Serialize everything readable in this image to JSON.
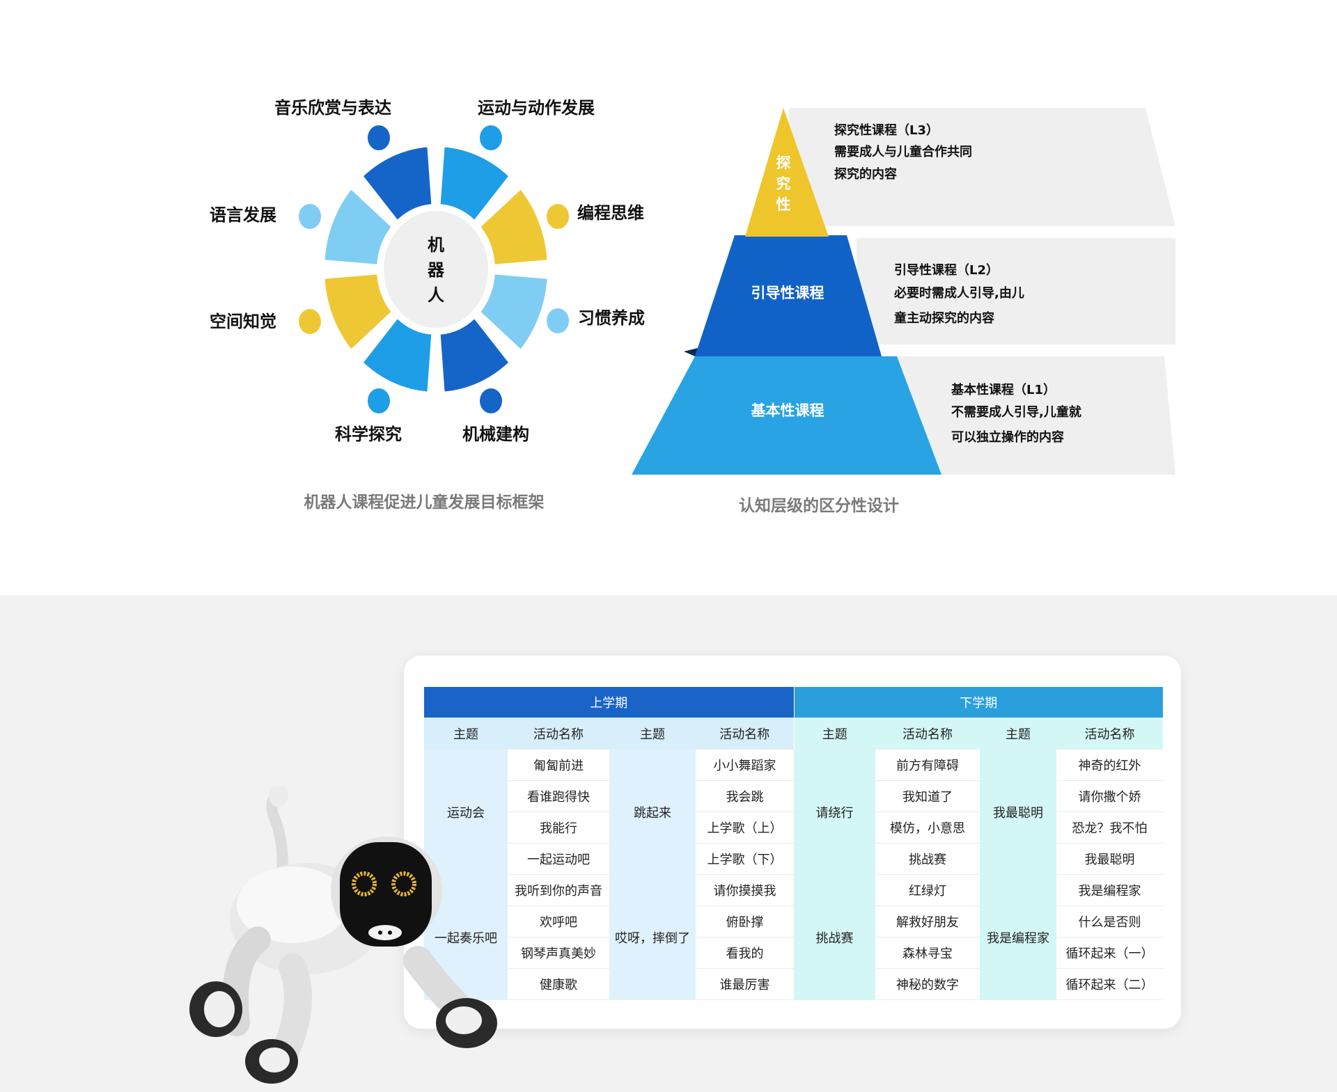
{
  "wheel": {
    "center": [
      "机",
      "器",
      "人"
    ],
    "labels": {
      "top_left": "音乐欣赏与表达",
      "top_right": "运动与动作发展",
      "right_upper": "编程思维",
      "right_lower": "习惯养成",
      "bottom_right": "机械建构",
      "bottom_left": "科学探究",
      "left_lower": "空间知觉",
      "left_upper": "语言发展"
    },
    "caption": "机器人课程促进儿童发展目标框架",
    "colors": {
      "dark_blue": "#1565c8",
      "mid_blue": "#1e9ee6",
      "light_blue": "#7fcdf3",
      "yellow": "#eec834",
      "center": "#efefef"
    }
  },
  "pyramid": {
    "top_label": [
      "探",
      "究",
      "性"
    ],
    "mid_label": "引导性课程",
    "base_label": "基本性课程",
    "top_desc": [
      "探究性课程（L3）",
      "需要成人与儿童合作共同",
      "探究的内容"
    ],
    "mid_desc": [
      "引导性课程（L2）",
      "必要时需成人引导,由儿",
      "童主动探究的内容"
    ],
    "base_desc": [
      "基本性课程（L1）",
      "不需要成人引导,儿童就",
      "可以独立操作的内容"
    ],
    "caption": "认知层级的区分性设计",
    "colors": {
      "top": "#efc52c",
      "mid": "#1162c6",
      "base": "#29a3e3",
      "panel": "#efefef"
    }
  },
  "schedule": {
    "term1": "上学期",
    "term2": "下学期",
    "col_theme": "主题",
    "col_activity": "活动名称",
    "term1_theme1": "运动会",
    "term1_theme2": "跳起来",
    "term1_theme3": "一起奏乐吧",
    "term1_theme4": "哎呀，摔倒了",
    "term2_theme1": "请绕行",
    "term2_theme2": "我最聪明",
    "term2_theme3": "挑战赛",
    "term2_theme4": "我是编程家",
    "rows": [
      [
        "匍匐前进",
        "小小舞蹈家",
        "前方有障碍",
        "神奇的红外"
      ],
      [
        "看谁跑得快",
        "我会跳",
        "我知道了",
        "请你撒个娇"
      ],
      [
        "我能行",
        "上学歌（上）",
        "模仿，小意思",
        "恐龙？我不怕"
      ],
      [
        "一起运动吧",
        "上学歌（下）",
        "挑战赛",
        "我最聪明"
      ],
      [
        "我听到你的声音",
        "请你摸摸我",
        "红绿灯",
        "我是编程家"
      ],
      [
        "欢呼吧",
        "俯卧撑",
        "解救好朋友",
        "什么是否则"
      ],
      [
        "钢琴声真美妙",
        "看我的",
        "森林寻宝",
        "循环起来（一）"
      ],
      [
        "健康歌",
        "谁最厉害",
        "神秘的数字",
        "循环起来（二）"
      ]
    ]
  }
}
